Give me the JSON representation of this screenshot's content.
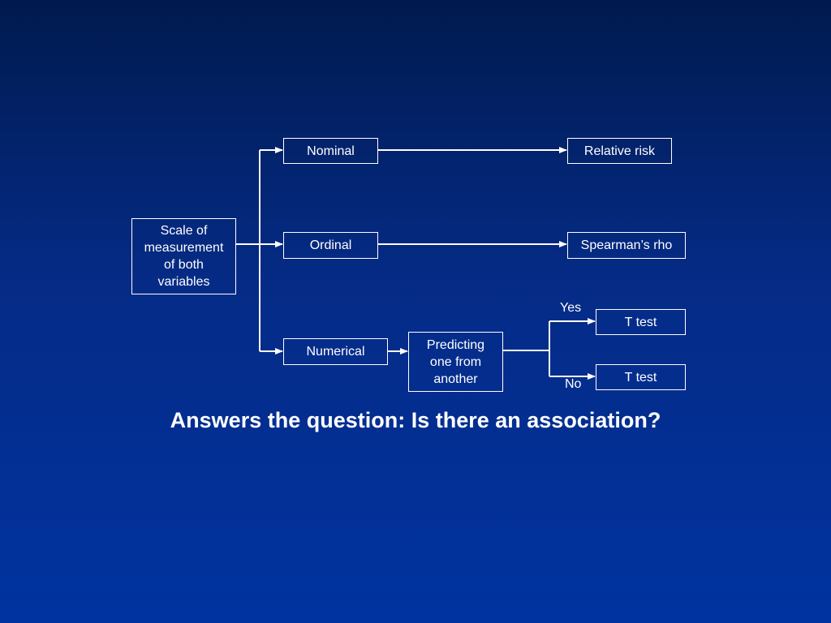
{
  "diagram": {
    "root": "Scale of\nmeasurement\nof both\nvariables",
    "nominal": "Nominal",
    "ordinal": "Ordinal",
    "numerical": "Numerical",
    "relative_risk": "Relative risk",
    "spearman": "Spearman’s rho",
    "predicting": "Predicting\none from\nanother",
    "t_test_yes": "T test",
    "t_test_no": "T test",
    "yes_label": "Yes",
    "no_label": "No"
  },
  "caption": "Answers the question: Is there an association?",
  "colors": {
    "background_top": "#001a4e",
    "background_bottom": "#0033a0",
    "foreground": "#ffffff"
  }
}
